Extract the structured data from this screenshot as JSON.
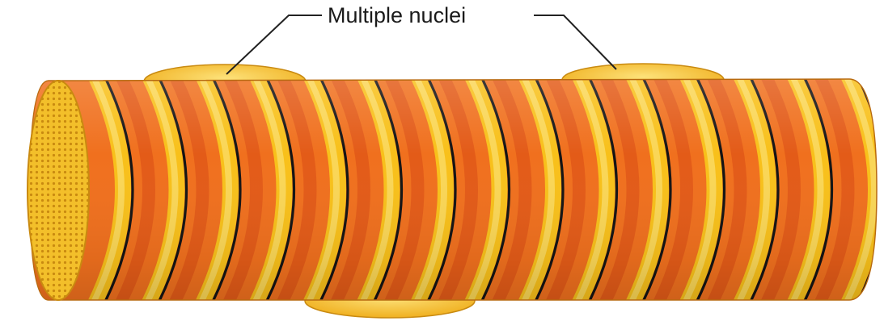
{
  "label": "Multiple nuclei",
  "colors": {
    "fiber_orange": "#f0701e",
    "fiber_orange_dark": "#d84a14",
    "band_yellow": "#f8c01a",
    "band_light": "#fbe070",
    "striation": "#141414",
    "nucleus": "#f6c437",
    "end_face": "#f3bf2a",
    "end_face_dots": "#c98a10",
    "outline": "#b86a10"
  },
  "icons": [
    "muscle-fiber",
    "nucleus-bulge",
    "leader-line"
  ]
}
